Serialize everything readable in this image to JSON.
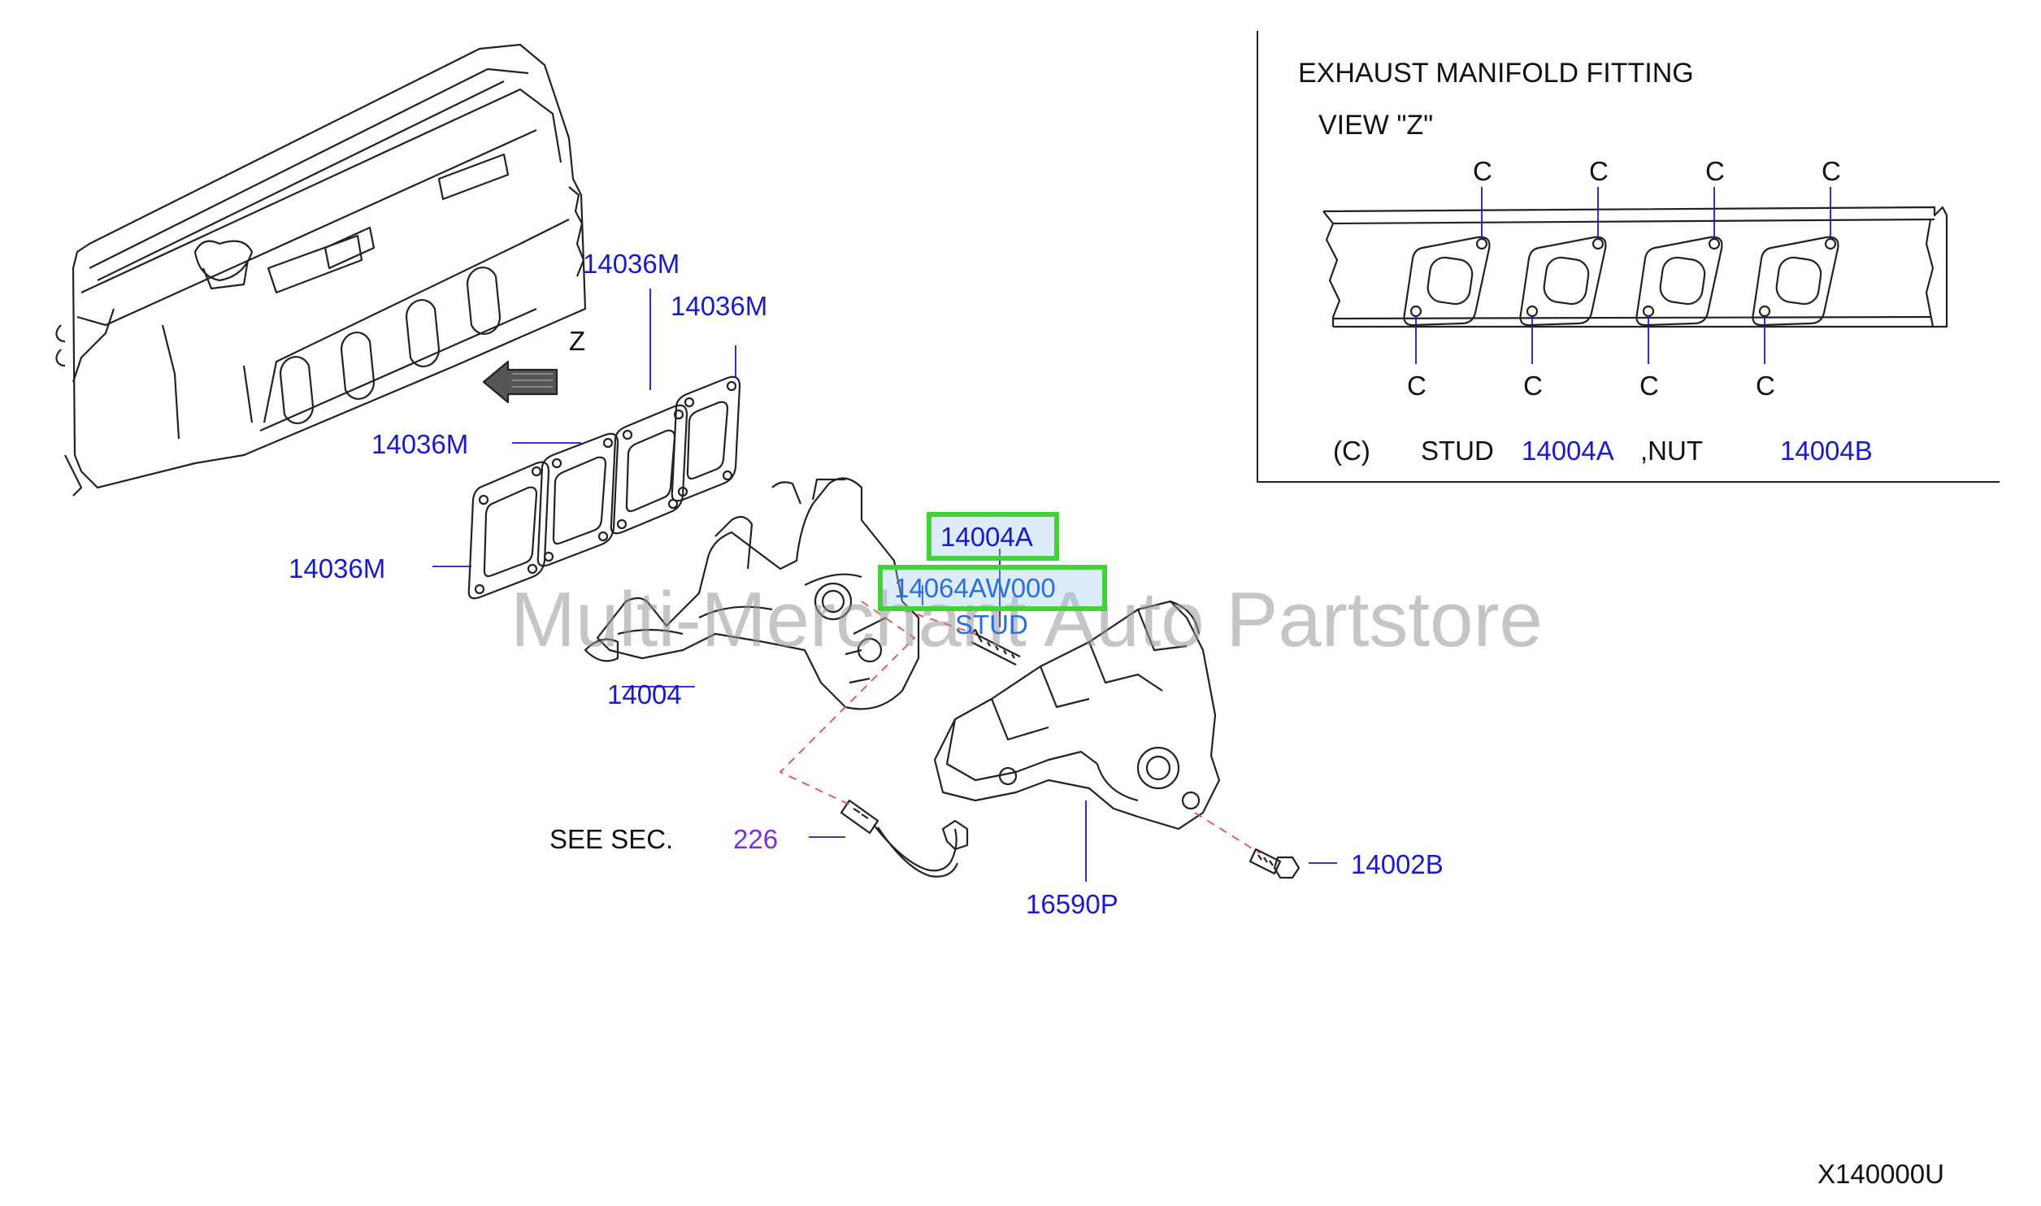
{
  "watermark": "Multi-Merchant Auto Partstore",
  "diagram_code": "X140000U",
  "view_arrow_label": "Z",
  "parts": {
    "gasket_1": "14036M",
    "gasket_2": "14036M",
    "gasket_3": "14036M",
    "gasket_4": "14036M",
    "manifold": "14004",
    "stud_highlighted": "14004A",
    "stud_part": "14064AW000",
    "stud_caption": "STUD",
    "heat_shield": "16590P",
    "bolt": "14002B",
    "see_section_label": "SEE   SEC.",
    "see_section_number": "226"
  },
  "inset": {
    "title": "EXHAUST   MANIFOLD   FITTING",
    "view": "VIEW    \"Z\"",
    "callout_letter": "C",
    "legend_key": "(C)",
    "legend_stud": "STUD",
    "legend_stud_part": "14004A",
    "legend_nut": ",NUT",
    "legend_nut_part": "14004B"
  },
  "colors": {
    "part_label": "#1a1acc",
    "highlight_border": "#44d23a",
    "reference_section": "#7a2ee0",
    "leader_dashed": "#e05050"
  }
}
